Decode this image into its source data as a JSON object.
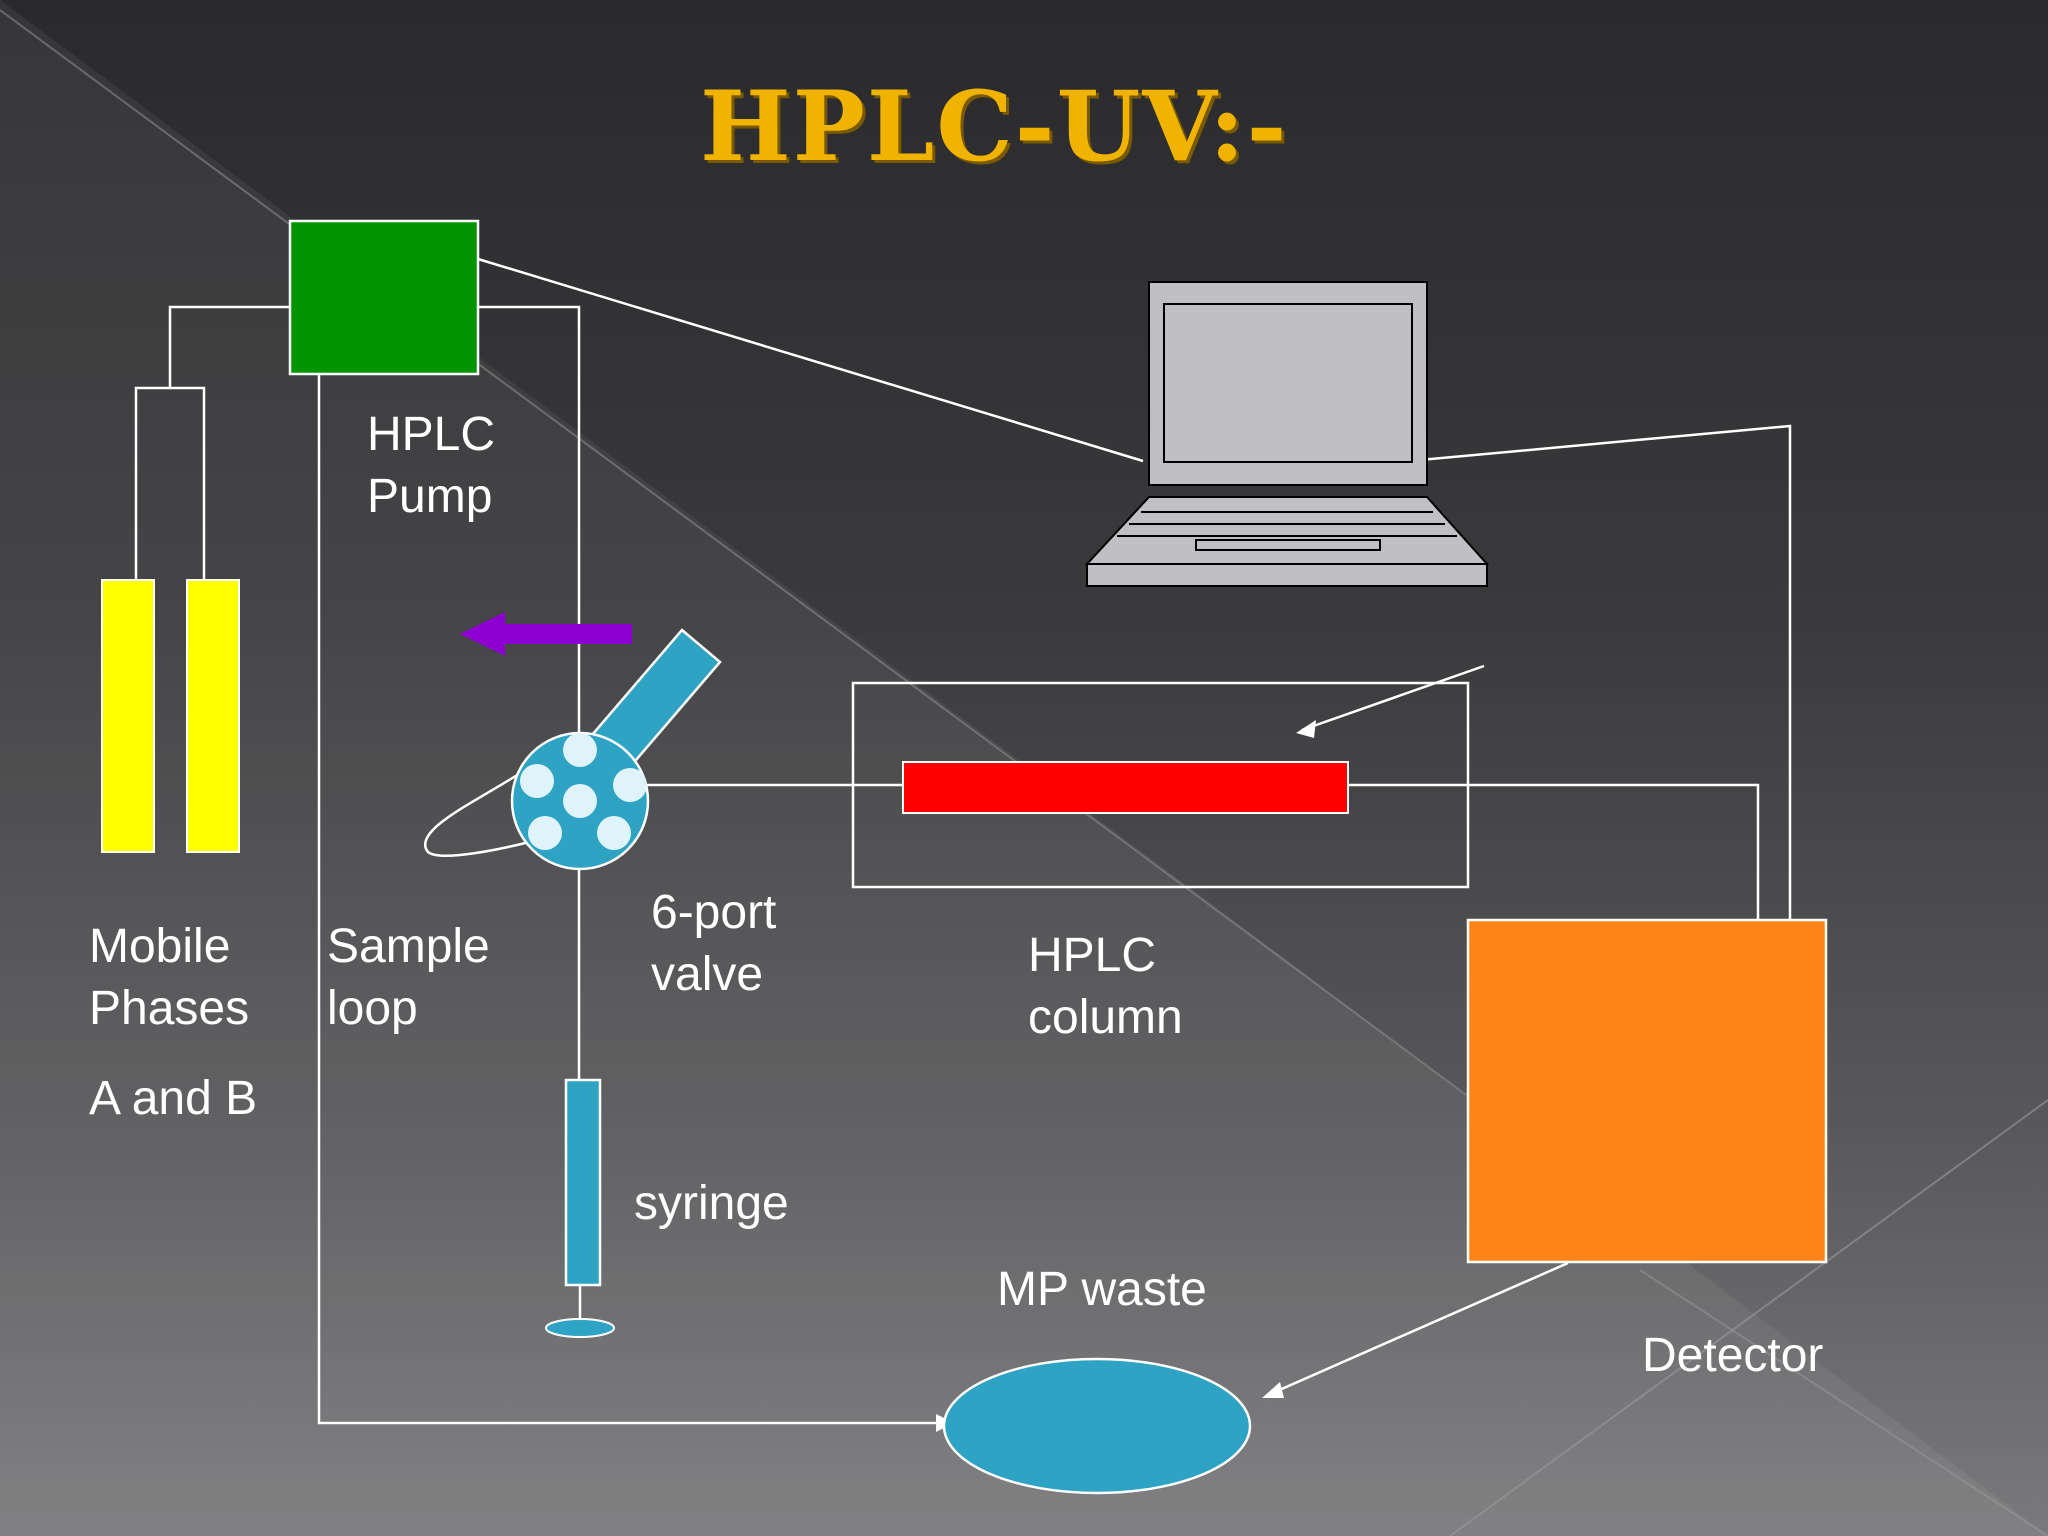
{
  "title": "HPLC-UV:-",
  "labels": {
    "pump_line1": "HPLC",
    "pump_line2": "Pump",
    "mobile_line1": "Mobile",
    "mobile_line2": "Phases",
    "mobile_line3": "A and B",
    "loop_line1": "Sample",
    "loop_line2": "loop",
    "valve_line1": "6-port",
    "valve_line2": "valve",
    "column_line1": "HPLC",
    "column_line2": "column",
    "syringe": "syringe",
    "waste": "MP waste",
    "detector": "Detector"
  },
  "colors": {
    "title": "#f0b400",
    "pump": "#009400",
    "mobile_phase": "#ffff00",
    "column": "#ff0000",
    "detector": "#ff8418",
    "valve": "#2fa3c3",
    "waste": "#2fa3c3",
    "arrow": "#8e00d2",
    "laptop": "#c0c0c4"
  }
}
